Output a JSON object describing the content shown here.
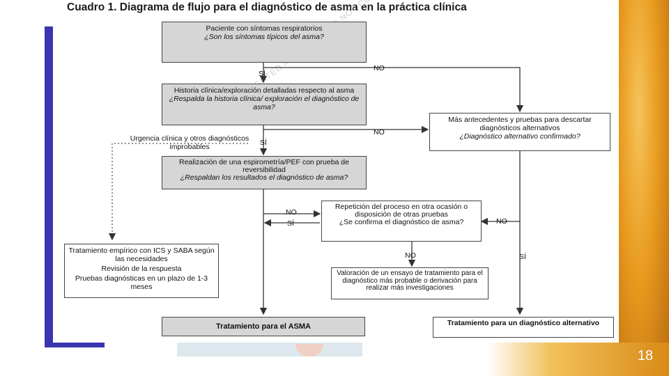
{
  "slide": {
    "number": "18"
  },
  "figure": {
    "title": "Cuadro 1. Diagrama de flujo para el diagnóstico de asma en la práctica clínica",
    "watermark": "COPYRIGHTED MATERIAL - DO NOT COPY OR DISTRIBUTE"
  },
  "nodes": {
    "n1": {
      "text": "Paciente con síntomas respiratorios",
      "question": "¿Son los síntomas típicos del asma?"
    },
    "n2": {
      "text": "Historia clínica/exploración detalladas respecto al asma",
      "question": "¿Respalda la historia clínica/ exploración el diagnóstico de asma?"
    },
    "n3": {
      "text": "Realización de una espirometría/PEF con prueba de reversibilidad",
      "question": "¿Respaldan los resultados el diagnóstico de asma?"
    },
    "n4": {
      "text": "Más antecedentes y pruebas para descartar diagnósticos alternativos",
      "question": "¿Diagnóstico alternativo confirmado?"
    },
    "n5": {
      "text": "Repetición del proceso en otra ocasión o disposición de otras pruebas",
      "question": "¿Se confirma el diagnóstico de asma?"
    },
    "n6": {
      "text": "Valoración de un ensayo de tratamiento para el diagnóstico más probable o derivación para realizar más investigaciones"
    },
    "n7": {
      "lines": [
        "Tratamiento empírico con ICS y SABA según las necesidades",
        "Revisión de la respuesta",
        "Pruebas diagnósticas en un plazo de 1-3 meses"
      ]
    },
    "n8": {
      "text": "Tratamiento para el ASMA"
    },
    "n9": {
      "text": "Tratamiento para un diagnóstico alternativo"
    }
  },
  "labels": {
    "si": "SÍ",
    "no": "NO",
    "urgencia": "Urgencia clínica y otros diagnósticos improbables"
  }
}
